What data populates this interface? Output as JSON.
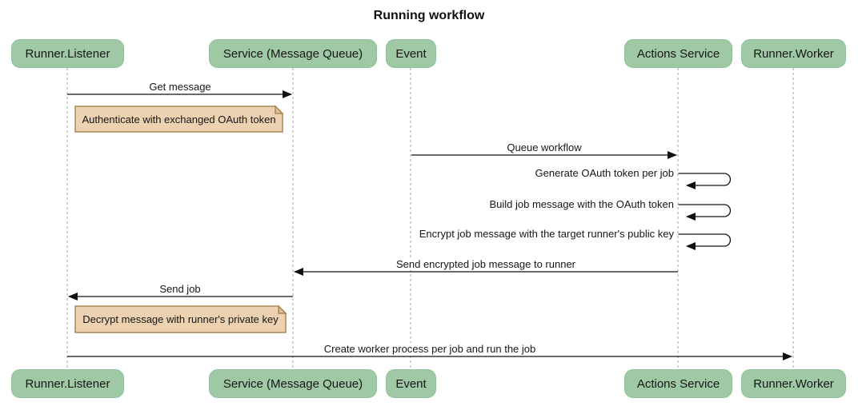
{
  "title": "Running workflow",
  "diagram_type": "sequence-diagram",
  "actors": [
    {
      "label": "Runner.Listener"
    },
    {
      "label": "Service (Message Queue)"
    },
    {
      "label": "Event"
    },
    {
      "label": "Actions Service"
    },
    {
      "label": "Runner.Worker"
    }
  ],
  "messages": [
    {
      "label": "Get message",
      "from": "Runner.Listener",
      "to": "Service (Message Queue)",
      "kind": "solid-arrow"
    },
    {
      "label": "Queue workflow",
      "from": "Event",
      "to": "Actions Service",
      "kind": "solid-arrow"
    },
    {
      "label": "Generate OAuth token per job",
      "from": "Actions Service",
      "to": "Actions Service",
      "kind": "self-loop"
    },
    {
      "label": "Build job message with the OAuth token",
      "from": "Actions Service",
      "to": "Actions Service",
      "kind": "self-loop"
    },
    {
      "label": "Encrypt job message with the target runner's public key",
      "from": "Actions Service",
      "to": "Actions Service",
      "kind": "self-loop"
    },
    {
      "label": "Send encrypted job message to runner",
      "from": "Actions Service",
      "to": "Service (Message Queue)",
      "kind": "solid-arrow"
    },
    {
      "label": "Send job",
      "from": "Service (Message Queue)",
      "to": "Runner.Listener",
      "kind": "solid-arrow"
    },
    {
      "label": "Create worker process per job and run the job",
      "from": "Runner.Listener",
      "to": "Runner.Worker",
      "kind": "solid-arrow"
    }
  ],
  "notes": [
    {
      "label": "Authenticate with exchanged OAuth token",
      "position": "right of Runner.Listener"
    },
    {
      "label": "Decrypt message with runner's private key",
      "position": "right of Runner.Listener"
    }
  ],
  "colors": {
    "actor_fill": "#9fc9a5",
    "actor_border": "#90bf99",
    "note_fill": "#ecd2b0",
    "note_border": "#aa8756",
    "message_line": "#111111",
    "lifeline": "#a3a3a3",
    "text": "#161616",
    "background": "#ffffff"
  }
}
